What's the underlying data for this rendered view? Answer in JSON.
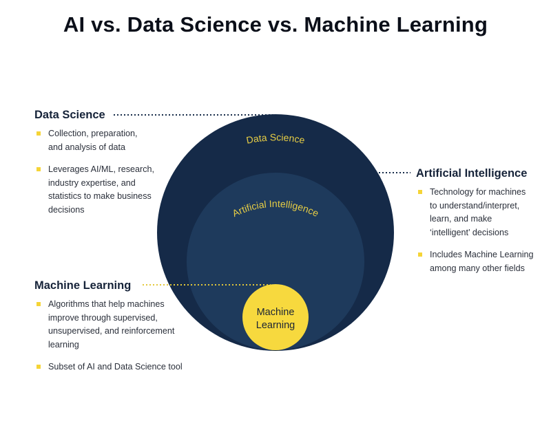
{
  "title": "AI vs. Data Science vs. Machine Learning",
  "colors": {
    "outer_circle": "#152a48",
    "middle_circle": "#1e3a5c",
    "inner_circle": "#f7d93e",
    "accent_text": "#e6cd45",
    "bullet": "#f5d437"
  },
  "diagram": {
    "outer_label": "Data Science",
    "middle_label": "Artificial Intelligence",
    "inner_label_line1": "Machine",
    "inner_label_line2": "Learning"
  },
  "data_science": {
    "heading": "Data Science",
    "bullets": [
      [
        "Collection, preparation,",
        "and analysis of data"
      ],
      [
        "Leverages AI/ML, research,",
        "industry expertise, and",
        "statistics to make business",
        "decisions"
      ]
    ]
  },
  "artificial_intelligence": {
    "heading": "Artificial Intelligence",
    "bullets": [
      [
        "Technology for machines",
        "to understand/interpret,",
        "learn, and make",
        "‘intelligent’ decisions"
      ],
      [
        "Includes Machine Learning",
        "among many other fields"
      ]
    ]
  },
  "machine_learning": {
    "heading": "Machine Learning",
    "bullets": [
      [
        "Algorithms that help machines",
        "improve  through supervised,",
        "unsupervised, and reinforcement",
        "learning"
      ],
      [
        "Subset of AI and Data Science tool"
      ]
    ]
  }
}
